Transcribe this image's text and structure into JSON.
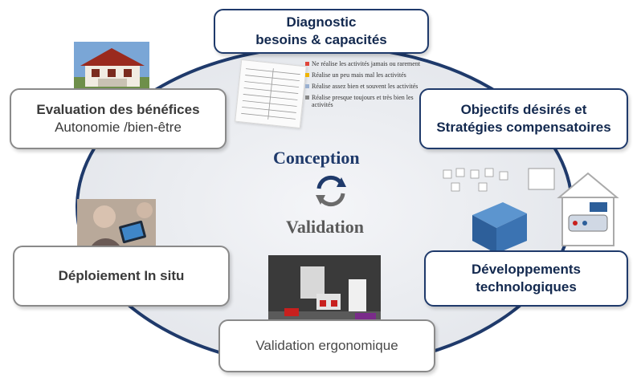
{
  "center": {
    "top_label": "Conception",
    "bottom_label": "Validation"
  },
  "boxes": {
    "diagnostic": {
      "line1": "Diagnostic",
      "line2": "besoins & capacités"
    },
    "objectifs": {
      "line1": "Objectifs désirés et",
      "line2": "Stratégies compensatoires"
    },
    "developpements": {
      "line1": "Développements",
      "line2": "technologiques"
    },
    "validation_ergo": {
      "line1": "Validation ergonomique"
    },
    "deploiement": {
      "line1": "Déploiement In situ"
    },
    "evaluation": {
      "line1": "Evaluation des bénéfices",
      "line2": "Autonomie /bien-être"
    }
  },
  "document_legend": [
    {
      "text": "Ne réalise les activités jamais ou rarement",
      "color": "#e0453a"
    },
    {
      "text": "Réalise un peu mais mal les activités",
      "color": "#f0b400"
    },
    {
      "text": "Réalise assez bien et souvent les activités",
      "color": "#9ab0d0"
    },
    {
      "text": "Réalise presque toujours et très bien les activités",
      "color": "#888888"
    }
  ],
  "colors": {
    "navy": "#1f3a6b",
    "grey_text": "#555555",
    "cycle_ring": "#1f3a6b",
    "canvas": "#e9ebef"
  }
}
